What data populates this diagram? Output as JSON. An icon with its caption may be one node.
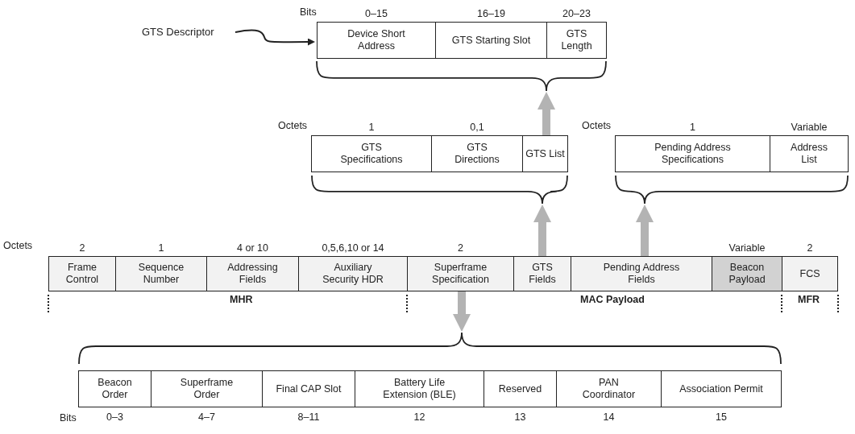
{
  "diagram": {
    "nodes": [
      {
        "text": [
          "GTS Descriptor"
        ]
      },
      {
        "text": [
          "Device Short Address"
        ],
        "beside": [
          "0–15"
        ]
      },
      {
        "text": [
          "GTS Starting Slot"
        ],
        "beside": [
          "16–19"
        ]
      },
      {
        "text": [
          "GTS Length"
        ],
        "beside": [
          "20–23"
        ]
      },
      {
        "text": [],
        "shape": "brace"
      },
      {
        "text": [
          "GTS Specifications"
        ],
        "beside": [
          "1"
        ]
      },
      {
        "text": [
          "GTS Directions"
        ],
        "beside": [
          "0,1"
        ]
      },
      {
        "text": [
          "GTS List"
        ]
      },
      {
        "text": [
          "Pending Address Specifications"
        ],
        "beside": [
          "1"
        ]
      },
      {
        "text": [
          "Address List"
        ],
        "beside": [
          "Variable"
        ]
      },
      {
        "text": [],
        "shape": "brace"
      },
      {
        "text": [],
        "shape": "brace"
      },
      {
        "text": [
          "Frame Control"
        ],
        "beside": [
          "2"
        ]
      },
      {
        "text": [
          "Sequence Number"
        ],
        "beside": [
          "1"
        ]
      },
      {
        "text": [
          "Addressing Fields"
        ],
        "beside": [
          "4 or 10"
        ]
      },
      {
        "text": [
          "Auxiliary Security HDR"
        ],
        "beside": [
          "0,5,6,10 or 14"
        ]
      },
      {
        "text": [
          "Superframe Specification"
        ],
        "beside": [
          "2"
        ]
      },
      {
        "text": [
          "GTS Fields"
        ]
      },
      {
        "text": [
          "Pending Address Fields"
        ]
      },
      {
        "text": [
          "Beacon Payload"
        ],
        "beside": [
          "Variable"
        ]
      },
      {
        "text": [
          "FCS"
        ],
        "beside": [
          "2"
        ]
      },
      {
        "text": [],
        "shape": "brace"
      },
      {
        "text": [
          "Beacon Order"
        ],
        "beside": [
          "0–3"
        ]
      },
      {
        "text": [
          "Superframe Order"
        ],
        "beside": [
          "4–7"
        ]
      },
      {
        "text": [
          "Final CAP Slot"
        ],
        "beside": [
          "8–11"
        ]
      },
      {
        "text": [
          "Battery Life Extension (BLE)"
        ],
        "beside": [
          "12"
        ]
      },
      {
        "text": [
          "Reserved"
        ],
        "beside": [
          "13"
        ]
      },
      {
        "text": [
          "PAN Coordinator"
        ],
        "beside": [
          "14"
        ]
      },
      {
        "text": [
          "Association Permit"
        ],
        "beside": [
          "15"
        ]
      }
    ],
    "edges": [
      {
        "from": 0,
        "to": 1,
        "arrow": "to",
        "color": "#222222"
      },
      {
        "from": 7,
        "to": 4,
        "arrow": "to"
      },
      {
        "from": 17,
        "to": 10,
        "arrow": "to"
      },
      {
        "from": 18,
        "to": 11,
        "arrow": "to"
      },
      {
        "from": 16,
        "to": 21,
        "arrow": "to"
      }
    ],
    "labels": [
      "Bits",
      "Octets",
      "Octets",
      "Octets",
      "MHR",
      "MAC Payload",
      "MFR",
      "Bits"
    ]
  }
}
